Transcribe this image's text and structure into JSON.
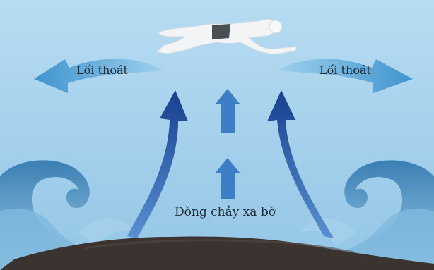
{
  "labels": {
    "exit_left": "Lối thoát",
    "exit_right": "Lối thoát",
    "current": "Dòng chảy xa bờ"
  },
  "colors": {
    "water": "#a9d3ee",
    "deep_arrow": "#1f56a8",
    "light_arrow": "#4a9bd0",
    "center_arrow": "#3d7ec6",
    "wave": "#3f86b8",
    "sand": "#3b3330",
    "swimmer": "#f2f4f6"
  },
  "icons": [
    "swimmer-figure",
    "wave-left",
    "wave-right",
    "sand-bar"
  ]
}
